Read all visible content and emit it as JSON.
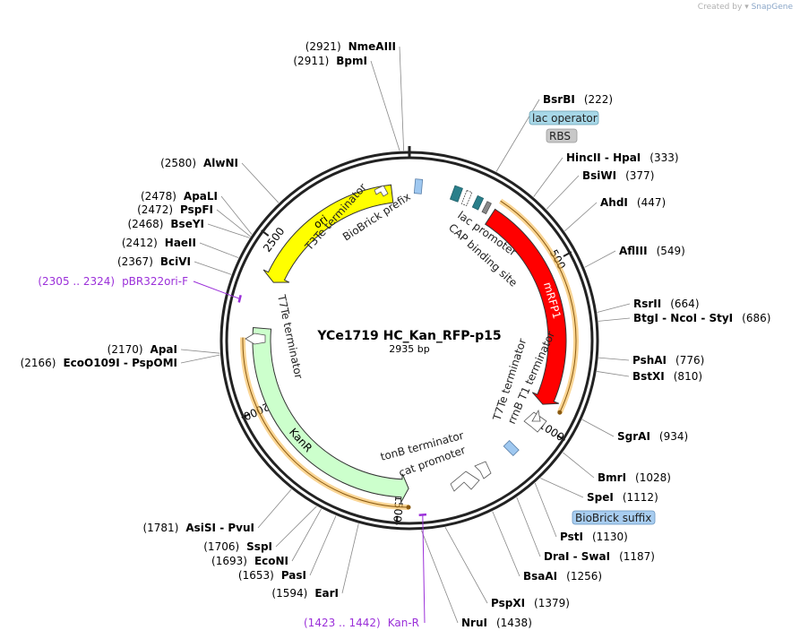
{
  "app": {
    "watermark_prefix": "Created by",
    "watermark_brand": "SnapGene"
  },
  "plasmid": {
    "name": "YCe1719 HC_Kan_RFP-p15",
    "length_label": "2935 bp",
    "length": 2935
  },
  "ticks": [
    {
      "pos": 500,
      "label": "500"
    },
    {
      "pos": 1000,
      "label": "1000"
    },
    {
      "pos": 1500,
      "label": "1500"
    },
    {
      "pos": 2000,
      "label": "2000"
    },
    {
      "pos": 2500,
      "label": "2500"
    }
  ],
  "features": [
    {
      "id": "ori",
      "label": "ori",
      "start": 2390,
      "end": 2880,
      "strand": -1,
      "ring": 1,
      "color": "#ffff00"
    },
    {
      "id": "mrfp1",
      "label": "mRFP1",
      "start": 270,
      "end": 942,
      "strand": 1,
      "ring": 1,
      "color": "#ff0000"
    },
    {
      "id": "kanr",
      "label": "KanR",
      "start": 1470,
      "end": 2240,
      "strand": -1,
      "ring": 1,
      "color": "#ccffcc"
    },
    {
      "id": "cds-mrfp1-orange",
      "label": "",
      "start": 270,
      "end": 942,
      "strand": 1,
      "ring": 2,
      "color": "#f7b94d"
    },
    {
      "id": "cds-kanr-orange",
      "label": "",
      "start": 1470,
      "end": 2210,
      "strand": -1,
      "ring": 2,
      "color": "#f7b94d"
    }
  ],
  "feature_texts": [
    {
      "id": "lac-promoter",
      "text": "lac promoter"
    },
    {
      "id": "cap-site",
      "text": "CAP binding site"
    },
    {
      "id": "t7te-top",
      "text": "T7Te terminator"
    },
    {
      "id": "rrnb",
      "text": "rrnB T1 terminator"
    },
    {
      "id": "tonb",
      "text": "tonB terminator"
    },
    {
      "id": "cat-promoter",
      "text": "cat promoter"
    },
    {
      "id": "t7te-left",
      "text": "T7Te terminator"
    },
    {
      "id": "t3te",
      "text": "T3Te terminator"
    },
    {
      "id": "biobrick-prefix",
      "text": "BioBrick prefix"
    }
  ],
  "boxed_labels": [
    {
      "id": "lac-operator",
      "text": "lac operator",
      "color": "#a8d8e8"
    },
    {
      "id": "rbs",
      "text": "RBS",
      "color": "#c8c8c8"
    },
    {
      "id": "biobrick-suffix",
      "text": "BioBrick suffix",
      "color": "#a8cdf0"
    }
  ],
  "sites": [
    {
      "id": "nmeaiii",
      "name": "NmeAIII",
      "pos_text": "(2921)",
      "pos": 2921
    },
    {
      "id": "bpmi",
      "name": "BpmI",
      "pos_text": "(2911)",
      "pos": 2911
    },
    {
      "id": "bsrbi",
      "name": "BsrBI",
      "pos_text": "(222)",
      "pos": 222
    },
    {
      "id": "hincii-hpai",
      "name": "HincII  - HpaI",
      "pos_text": "(333)",
      "pos": 333
    },
    {
      "id": "bsiwi",
      "name": "BsiWI",
      "pos_text": "(377)",
      "pos": 377
    },
    {
      "id": "ahdi",
      "name": "AhdI",
      "pos_text": "(447)",
      "pos": 447
    },
    {
      "id": "afliii",
      "name": "AflIII",
      "pos_text": "(549)",
      "pos": 549
    },
    {
      "id": "rsrii",
      "name": "RsrII",
      "pos_text": "(664)",
      "pos": 664
    },
    {
      "id": "btgi",
      "name": "BtgI  - NcoI  - StyI",
      "pos_text": "(686)",
      "pos": 686
    },
    {
      "id": "pshai",
      "name": "PshAI",
      "pos_text": "(776)",
      "pos": 776
    },
    {
      "id": "bstxi",
      "name": "BstXI",
      "pos_text": "(810)",
      "pos": 810
    },
    {
      "id": "sgrai",
      "name": "SgrAI",
      "pos_text": "(934)",
      "pos": 934
    },
    {
      "id": "bmri",
      "name": "BmrI",
      "pos_text": "(1028)",
      "pos": 1028
    },
    {
      "id": "spei",
      "name": "SpeI",
      "pos_text": "(1112)",
      "pos": 1112
    },
    {
      "id": "psti",
      "name": "PstI",
      "pos_text": "(1130)",
      "pos": 1130
    },
    {
      "id": "drai-swai",
      "name": "DraI  - SwaI",
      "pos_text": "(1187)",
      "pos": 1187
    },
    {
      "id": "bsaai",
      "name": "BsaAI",
      "pos_text": "(1256)",
      "pos": 1256
    },
    {
      "id": "pspxi",
      "name": "PspXI",
      "pos_text": "(1379)",
      "pos": 1379
    },
    {
      "id": "nrui",
      "name": "NruI",
      "pos_text": "(1438)",
      "pos": 1438
    },
    {
      "id": "eari",
      "name": "EarI",
      "pos_text": "(1594)",
      "pos": 1594
    },
    {
      "id": "pasi",
      "name": "PasI",
      "pos_text": "(1653)",
      "pos": 1653
    },
    {
      "id": "econi",
      "name": "EcoNI",
      "pos_text": "(1693)",
      "pos": 1693
    },
    {
      "id": "sspi",
      "name": "SspI",
      "pos_text": "(1706)",
      "pos": 1706
    },
    {
      "id": "asisi-pvui",
      "name": "AsiSI  - PvuI",
      "pos_text": "(1781)",
      "pos": 1781
    },
    {
      "id": "ecoo109i",
      "name": "EcoO109I  - PspOMI",
      "pos_text": "(2166)",
      "pos": 2166
    },
    {
      "id": "apai",
      "name": "ApaI",
      "pos_text": "(2170)",
      "pos": 2170
    },
    {
      "id": "bcivi",
      "name": "BciVI",
      "pos_text": "(2367)",
      "pos": 2367
    },
    {
      "id": "haeii",
      "name": "HaeII",
      "pos_text": "(2412)",
      "pos": 2412
    },
    {
      "id": "bseyi",
      "name": "BseYI",
      "pos_text": "(2468)",
      "pos": 2468
    },
    {
      "id": "pspfi",
      "name": "PspFI",
      "pos_text": "(2472)",
      "pos": 2472
    },
    {
      "id": "apali",
      "name": "ApaLI",
      "pos_text": "(2478)",
      "pos": 2478
    },
    {
      "id": "alwni",
      "name": "AlwNI",
      "pos_text": "(2580)",
      "pos": 2580
    }
  ],
  "primers": [
    {
      "id": "pbr322ori-f",
      "range": "(2305 .. 2324)",
      "name": "pBR322ori-F",
      "pos": 2314
    },
    {
      "id": "kan-r",
      "range": "(1423 .. 1442)",
      "name": "Kan-R",
      "pos": 1432
    }
  ]
}
